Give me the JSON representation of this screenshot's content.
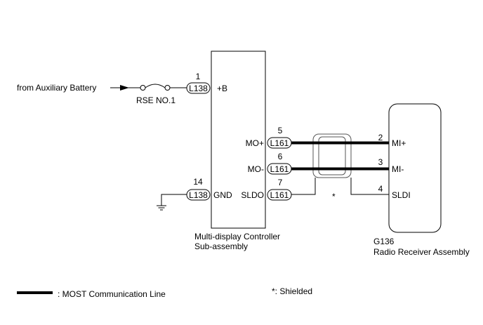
{
  "source": {
    "label": "from Auxiliary Battery"
  },
  "fuse": {
    "label": "RSE NO.1"
  },
  "controller": {
    "title_line1": "Multi-display Controller",
    "title_line2": "Sub-assembly",
    "pins": [
      {
        "pin": "1",
        "connector": "L138",
        "signal": "+B"
      },
      {
        "pin": "5",
        "connector": "L161",
        "signal": "MO+"
      },
      {
        "pin": "6",
        "connector": "L161",
        "signal": "MO-"
      },
      {
        "pin": "14",
        "connector": "L138",
        "signal": "GND"
      },
      {
        "pin": "7",
        "connector": "L161",
        "signal": "SLDO"
      }
    ]
  },
  "receiver": {
    "code": "G136",
    "title": "Radio Receiver Assembly",
    "pins": [
      {
        "pin": "2",
        "signal": "MI+"
      },
      {
        "pin": "3",
        "signal": "MI-"
      },
      {
        "pin": "4",
        "signal": "SLDI"
      }
    ]
  },
  "shield_marker": "*",
  "legend": {
    "most_line": ": MOST Communication Line",
    "shielded": "*: Shielded"
  }
}
